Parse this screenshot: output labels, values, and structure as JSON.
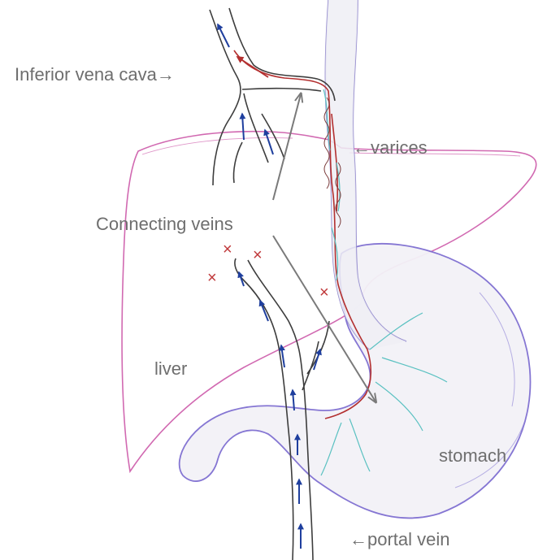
{
  "labels": {
    "ivc": "Inferior vena cava→",
    "varices": "←varices",
    "connecting": "Connecting veins",
    "liver": "liver",
    "stomach": "stomach",
    "portal": "←portal vein"
  },
  "marks": {
    "blocked": "×"
  },
  "colors": {
    "liver_outline": "#c94fa3",
    "stomach_outline": "#7f6fd1",
    "vessel_outline": "#3d3d3d",
    "flow_arrow": "#1f3f9e",
    "collateral_red": "#b33030",
    "collateral_cyan": "#5ac1c1",
    "label_gray": "#6e6e6e"
  }
}
